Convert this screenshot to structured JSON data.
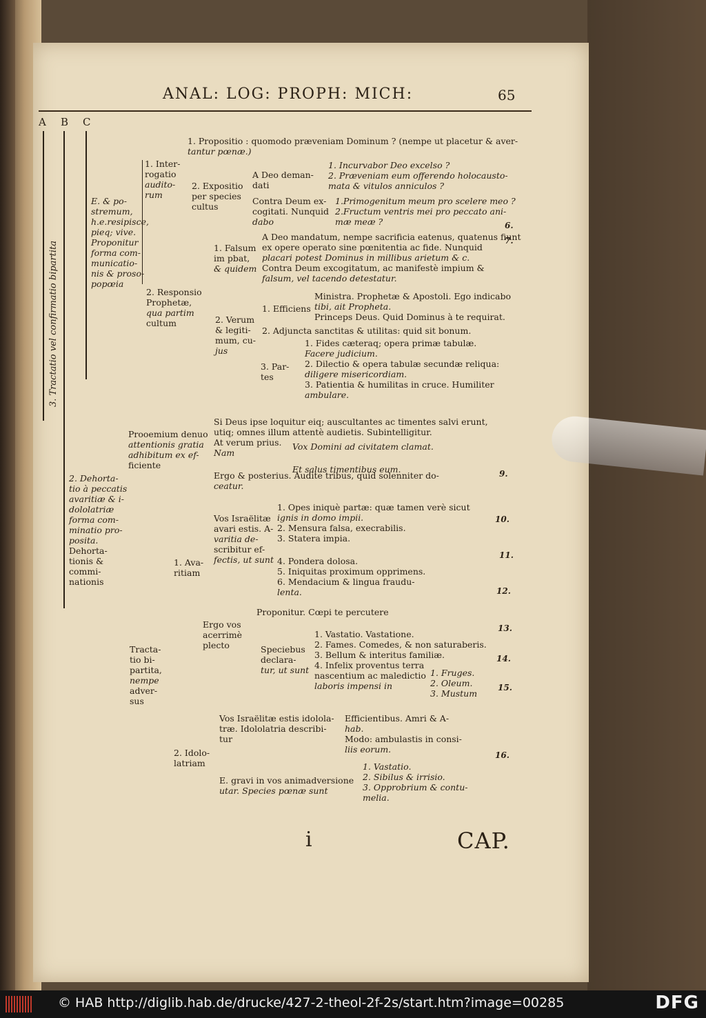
{
  "header": {
    "title": "ANAL: LOG: PROPH: MICH:",
    "page_number": "65"
  },
  "column_labels": [
    "A",
    "B",
    "C"
  ],
  "vertical_label": "3. Tractatio vel confirmatio bipartita",
  "section_c": {
    "main": [
      "E. & po-",
      "stremum,",
      "h.e.resipisce,",
      "pieq; vive.",
      "Proponitur",
      "forma com-",
      "municatio-",
      "nis & proso-",
      "popœia"
    ],
    "interrogatio": [
      "1. Inter-",
      "rogatio",
      "audito-",
      "rum"
    ],
    "propositio": [
      "1.   Propositio : quomodo præveniam Dominum ? (nempe ut placetur & aver-",
      "tantur pœnæ.)"
    ],
    "expositio": [
      "2. Expositio",
      "per species",
      "cultus"
    ],
    "a_deo": [
      "A Deo deman-",
      "dati"
    ],
    "a_deo_items": [
      "1.   Incurvabor Deo excelso ?",
      "2.   Præveniam eum offerendo holocausto-",
      "mata & vitulos anniculos ?"
    ],
    "contra": [
      "Contra Deum ex-",
      "cogitati. Nunquid",
      "dabo"
    ],
    "contra_items": [
      "1.Primogenitum meum pro scelere meo ?",
      "2.Fructum ventris mei pro peccato ani-",
      "mæ meæ ?"
    ],
    "responsio": [
      "2. Responsio",
      "Prophetæ,",
      "qua partim",
      "cultum"
    ],
    "falsum": [
      "1. Falsum",
      "im pbat,",
      "& quidem"
    ],
    "falsum_items": [
      "A Deo mandatum, nempe sacrificia eatenus, quatenus fiunt",
      "ex opere operato sine pœnitentia ac fide. Nunquid",
      "placari potest Dominus in millibus arietum & c.",
      "Contra Deum excogitatum, ac manifestè impium &",
      "falsum, vel tacendo detestatur."
    ],
    "verum": [
      "2. Verum",
      "& legiti-",
      "mum, cu-",
      "jus"
    ],
    "efficiens": [
      "1. Efficiens"
    ],
    "efficiens_items": [
      "Ministra. Prophetæ & Apostoli. Ego indicabo",
      "tibi, ait Propheta.",
      "Princeps Deus. Quid Dominus à te requirat."
    ],
    "adjuncta": "2. Adjuncta sanctitas & utilitas: quid sit bonum.",
    "partes": [
      "3.   Par-",
      "tes"
    ],
    "partes_items": [
      "1.   Fides cæteraq; opera primæ tabulæ.",
      "Facere judicium.",
      "2.   Dilectio & opera tabulæ secundæ reliqua:",
      "diligere misericordiam.",
      "3.   Patientia & humilitas in cruce.  Humiliter",
      "ambulare."
    ],
    "verse_numbers": [
      "6.",
      "7."
    ]
  },
  "section_dehortatio": {
    "main": [
      "2. Dehorta-",
      "tio à peccatis",
      "avaritiæ & i-",
      "dololatriæ",
      "forma com-",
      "minatio pro-",
      "posita.",
      "Dehorta-",
      "tionis &",
      "commi-",
      "nationis"
    ],
    "procemium": [
      "Prooemium denuo",
      "attentionis gratia",
      "adhibitum ex ef-",
      "ficiente"
    ],
    "procemium_items": [
      "Si Deus ipse loquitur eiq; auscultantes ac timentes salvi erunt,",
      "utiq; omnes illum attentè audietis.   Subintelligitur.",
      "At verum prius.",
      "Nam",
      "Ergo & posterius. Audite tribus, quid solenniter do-",
      "ceatur."
    ],
    "vox": [
      "Vox Domini ad civitatem clamat.",
      "Et salus timentibus eum."
    ],
    "tractatio": [
      "Tracta-",
      "tio bi-",
      "partita,",
      "nempe",
      "adver-",
      "sus"
    ],
    "avaritiam": [
      "1. Ava-",
      "ritiam"
    ],
    "vos_israelitae": [
      "Vos Israëlitæ",
      "avari estis. A-",
      "varitia   de-",
      "scribitur ef-",
      "fectis, ut sunt"
    ],
    "avaritia_items": [
      "1. Opes iniquè partæ: quæ tamen verè sicut",
      "ignis in domo impii.",
      "2. Mensura falsa, execrabilis.",
      "3. Statera impia.",
      "4. Pondera dolosa.",
      "5. Iniquitas proximum opprimens.",
      "6. Mendacium & lingua fraudu-",
      "lenta."
    ],
    "ergo_vos": [
      "Ergo vos",
      "acerrimè",
      "plecto"
    ],
    "proponitur": "Proponitur.  Cœpi te percutere",
    "speciebus": [
      "Speciebus",
      "declara-",
      "tur, ut sunt"
    ],
    "species_items": [
      "1. Vastatio.  Vastatione.",
      "2. Fames. Comedes, & non saturaberis.",
      "3. Bellum & interitus familiæ.",
      "4. Infelix proventus terra",
      "nascentium ac maledictio",
      "laboris impensi in"
    ],
    "fruges": [
      "1. Fruges.",
      "2. Oleum.",
      "3. Mustum"
    ],
    "idololatriam": [
      "2. Idolo-",
      "latriam"
    ],
    "idolatrae": [
      "Vos Israëlitæ estis idolola-",
      "træ. Idololatria describi-",
      "tur"
    ],
    "efficientibus": [
      "Efficientibus.  Amri & A-",
      "hab.",
      "Modo: ambulastis in consi-",
      "liis eorum."
    ],
    "gravi": [
      "E. gravi in vos animadversione",
      "utar. Species pœnæ sunt"
    ],
    "poenae_items": [
      "1. Vastatio.",
      "2. Sibilus & irrisio.",
      "3. Opprobrium & contu-",
      "melia."
    ],
    "verse_numbers": [
      "9.",
      "10.",
      "11.",
      "12.",
      "13.",
      "14.",
      "15.",
      "16."
    ]
  },
  "signature_mark": "i",
  "catchword": "CAP.",
  "footer": {
    "text": "© HAB http://diglib.hab.de/drucke/427-2-theol-2f-2s/start.htm?image=00285",
    "logo": "DFG"
  }
}
